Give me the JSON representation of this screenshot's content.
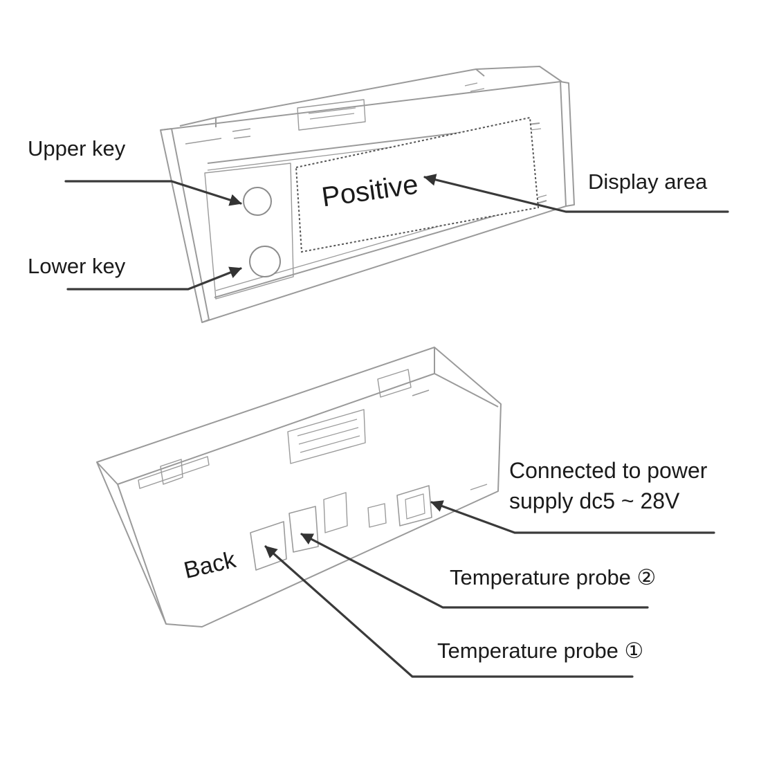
{
  "labels": {
    "upper_key": "Upper key",
    "lower_key": "Lower key",
    "display_area": "Display area",
    "positive": "Positive",
    "power_line1": "Connected to power",
    "power_line2": "supply dc5 ~ 28V",
    "probe2": "Temperature probe ②",
    "probe1": "Temperature probe ①",
    "back": "Back"
  },
  "colors": {
    "ink": "#1a1a1a",
    "line": "#3a3a3a",
    "sketch": "#9a9a9a",
    "background": "#ffffff"
  }
}
